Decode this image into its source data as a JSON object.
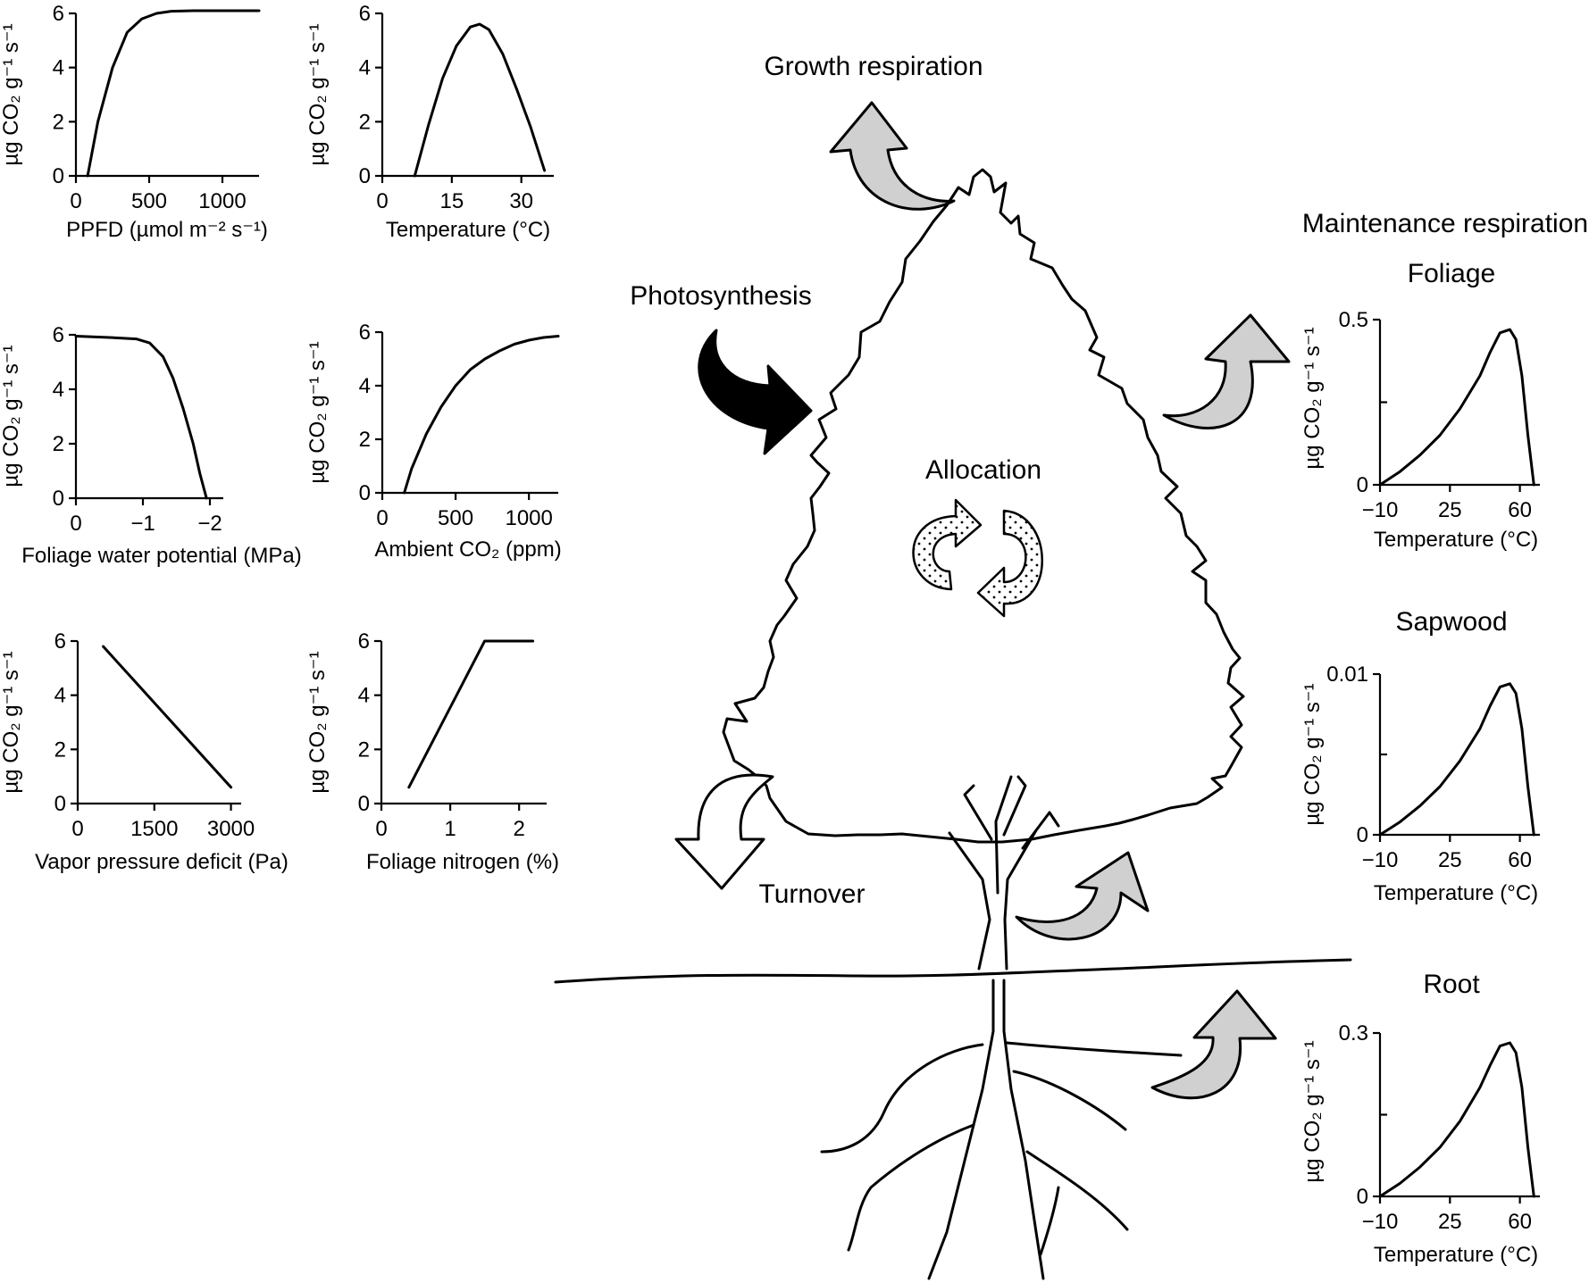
{
  "colors": {
    "ink": "#000000",
    "grey_arrow": "#d0d0d0",
    "dark_arrow": "#000000",
    "background": "#ffffff"
  },
  "labels": {
    "growth_respiration": "Growth respiration",
    "photosynthesis": "Photosynthesis",
    "allocation": "Allocation",
    "turnover": "Turnover",
    "maintenance_respiration": "Maintenance respiration",
    "foliage": "Foliage",
    "sapwood": "Sapwood",
    "root": "Root"
  },
  "chart_data": [
    {
      "id": "ppfd",
      "type": "line",
      "xlabel": "PPFD (µmol m⁻² s⁻¹)",
      "ylabel": "µg CO₂ g⁻¹ s⁻¹",
      "xlim": [
        0,
        1250
      ],
      "ylim": [
        0,
        6
      ],
      "xticks": [
        0,
        500,
        1000
      ],
      "yticks": [
        0,
        2,
        4,
        6
      ],
      "x": [
        80,
        150,
        250,
        350,
        450,
        550,
        650,
        800,
        1000,
        1250
      ],
      "y": [
        0,
        2.0,
        4.0,
        5.3,
        5.8,
        6.0,
        6.08,
        6.1,
        6.1,
        6.1
      ]
    },
    {
      "id": "temperature",
      "type": "line",
      "xlabel": "Temperature (°C)",
      "ylabel": "µg CO₂ g⁻¹ s⁻¹",
      "xlim": [
        0,
        37
      ],
      "ylim": [
        0,
        6
      ],
      "xticks": [
        0,
        15,
        30
      ],
      "yticks": [
        0,
        2,
        4,
        6
      ],
      "x": [
        7,
        10,
        13,
        16,
        19,
        21,
        23,
        26,
        29,
        32,
        35
      ],
      "y": [
        0,
        1.9,
        3.6,
        4.8,
        5.5,
        5.6,
        5.4,
        4.5,
        3.2,
        1.8,
        0.2
      ]
    },
    {
      "id": "water_potential",
      "type": "line",
      "xlabel": "Foliage water potential (MPa)",
      "ylabel": "µg CO₂ g⁻¹ s⁻¹",
      "xlim": [
        0,
        -2.2
      ],
      "ylim": [
        0,
        6
      ],
      "xticks": [
        0,
        -1,
        -2
      ],
      "xticklabels": [
        "0",
        "−1",
        "−2"
      ],
      "yticks": [
        0,
        2,
        4,
        6
      ],
      "x": [
        0,
        -0.5,
        -0.9,
        -1.1,
        -1.3,
        -1.45,
        -1.6,
        -1.75,
        -1.85,
        -1.95
      ],
      "y": [
        5.95,
        5.9,
        5.85,
        5.7,
        5.2,
        4.4,
        3.3,
        2.0,
        0.9,
        0
      ]
    },
    {
      "id": "ambient_co2",
      "type": "line",
      "xlabel": "Ambient CO₂ (ppm)",
      "ylabel": "µg CO₂ g⁻¹ s⁻¹",
      "xlim": [
        0,
        1200
      ],
      "ylim": [
        0,
        6
      ],
      "xticks": [
        0,
        500,
        1000
      ],
      "yticks": [
        0,
        2,
        4,
        6
      ],
      "x": [
        150,
        200,
        300,
        400,
        500,
        600,
        700,
        800,
        900,
        1000,
        1100,
        1200
      ],
      "y": [
        0,
        0.9,
        2.2,
        3.2,
        4.0,
        4.6,
        5.0,
        5.3,
        5.55,
        5.7,
        5.8,
        5.85
      ]
    },
    {
      "id": "vpd",
      "type": "line",
      "xlabel": "Vapor pressure deficit (Pa)",
      "ylabel": "µg CO₂ g⁻¹ s⁻¹",
      "xlim": [
        0,
        3200
      ],
      "ylim": [
        0,
        6
      ],
      "xticks": [
        0,
        1500,
        3000
      ],
      "yticks": [
        0,
        2,
        4,
        6
      ],
      "x": [
        500,
        3000
      ],
      "y": [
        5.8,
        0.6
      ]
    },
    {
      "id": "foliage_nitrogen",
      "type": "line",
      "xlabel": "Foliage nitrogen (%)",
      "ylabel": "µg CO₂ g⁻¹ s⁻¹",
      "xlim": [
        0,
        2.4
      ],
      "ylim": [
        0,
        6
      ],
      "xticks": [
        0,
        1,
        2
      ],
      "yticks": [
        0,
        2,
        4,
        6
      ],
      "x": [
        0.4,
        1.5,
        2.2
      ],
      "y": [
        0.6,
        6.0,
        6.0
      ]
    },
    {
      "id": "foliage_maint",
      "type": "line",
      "xlabel": "Temperature (°C)",
      "ylabel": "µg CO₂ g⁻¹ s⁻¹",
      "xlim": [
        -10,
        70
      ],
      "ylim": [
        0,
        0.5
      ],
      "xticks": [
        -10,
        25,
        60
      ],
      "xticklabels": [
        "−10",
        "25",
        "60"
      ],
      "yticks": [
        0,
        0.5
      ],
      "yticks_unlabeled": [
        0.25
      ],
      "x": [
        -10,
        0,
        10,
        20,
        30,
        40,
        45,
        50,
        55,
        58,
        61,
        64,
        67
      ],
      "y": [
        0,
        0.04,
        0.09,
        0.15,
        0.23,
        0.33,
        0.4,
        0.46,
        0.47,
        0.44,
        0.33,
        0.15,
        0
      ]
    },
    {
      "id": "sapwood_maint",
      "type": "line",
      "xlabel": "Temperature (°C)",
      "ylabel": "µg CO₂ g⁻¹ s⁻¹",
      "xlim": [
        -10,
        70
      ],
      "ylim": [
        0,
        0.01
      ],
      "xticks": [
        -10,
        25,
        60
      ],
      "xticklabels": [
        "−10",
        "25",
        "60"
      ],
      "yticks": [
        0,
        0.01
      ],
      "yticks_unlabeled": [
        0.005
      ],
      "x": [
        -10,
        0,
        10,
        20,
        30,
        40,
        45,
        50,
        55,
        58,
        61,
        64,
        67
      ],
      "y": [
        0,
        0.0008,
        0.0018,
        0.003,
        0.0046,
        0.0066,
        0.008,
        0.0092,
        0.0094,
        0.0088,
        0.0066,
        0.003,
        0
      ]
    },
    {
      "id": "root_maint",
      "type": "line",
      "xlabel": "Temperature (°C)",
      "ylabel": "µg CO₂ g⁻¹ s⁻¹",
      "xlim": [
        -10,
        70
      ],
      "ylim": [
        0,
        0.3
      ],
      "xticks": [
        -10,
        25,
        60
      ],
      "xticklabels": [
        "−10",
        "25",
        "60"
      ],
      "yticks": [
        0,
        0.3
      ],
      "yticks_unlabeled": [
        0.15
      ],
      "x": [
        -10,
        0,
        10,
        20,
        30,
        40,
        45,
        50,
        55,
        58,
        61,
        64,
        67
      ],
      "y": [
        0,
        0.024,
        0.054,
        0.09,
        0.138,
        0.2,
        0.24,
        0.276,
        0.282,
        0.264,
        0.2,
        0.09,
        0
      ]
    }
  ]
}
